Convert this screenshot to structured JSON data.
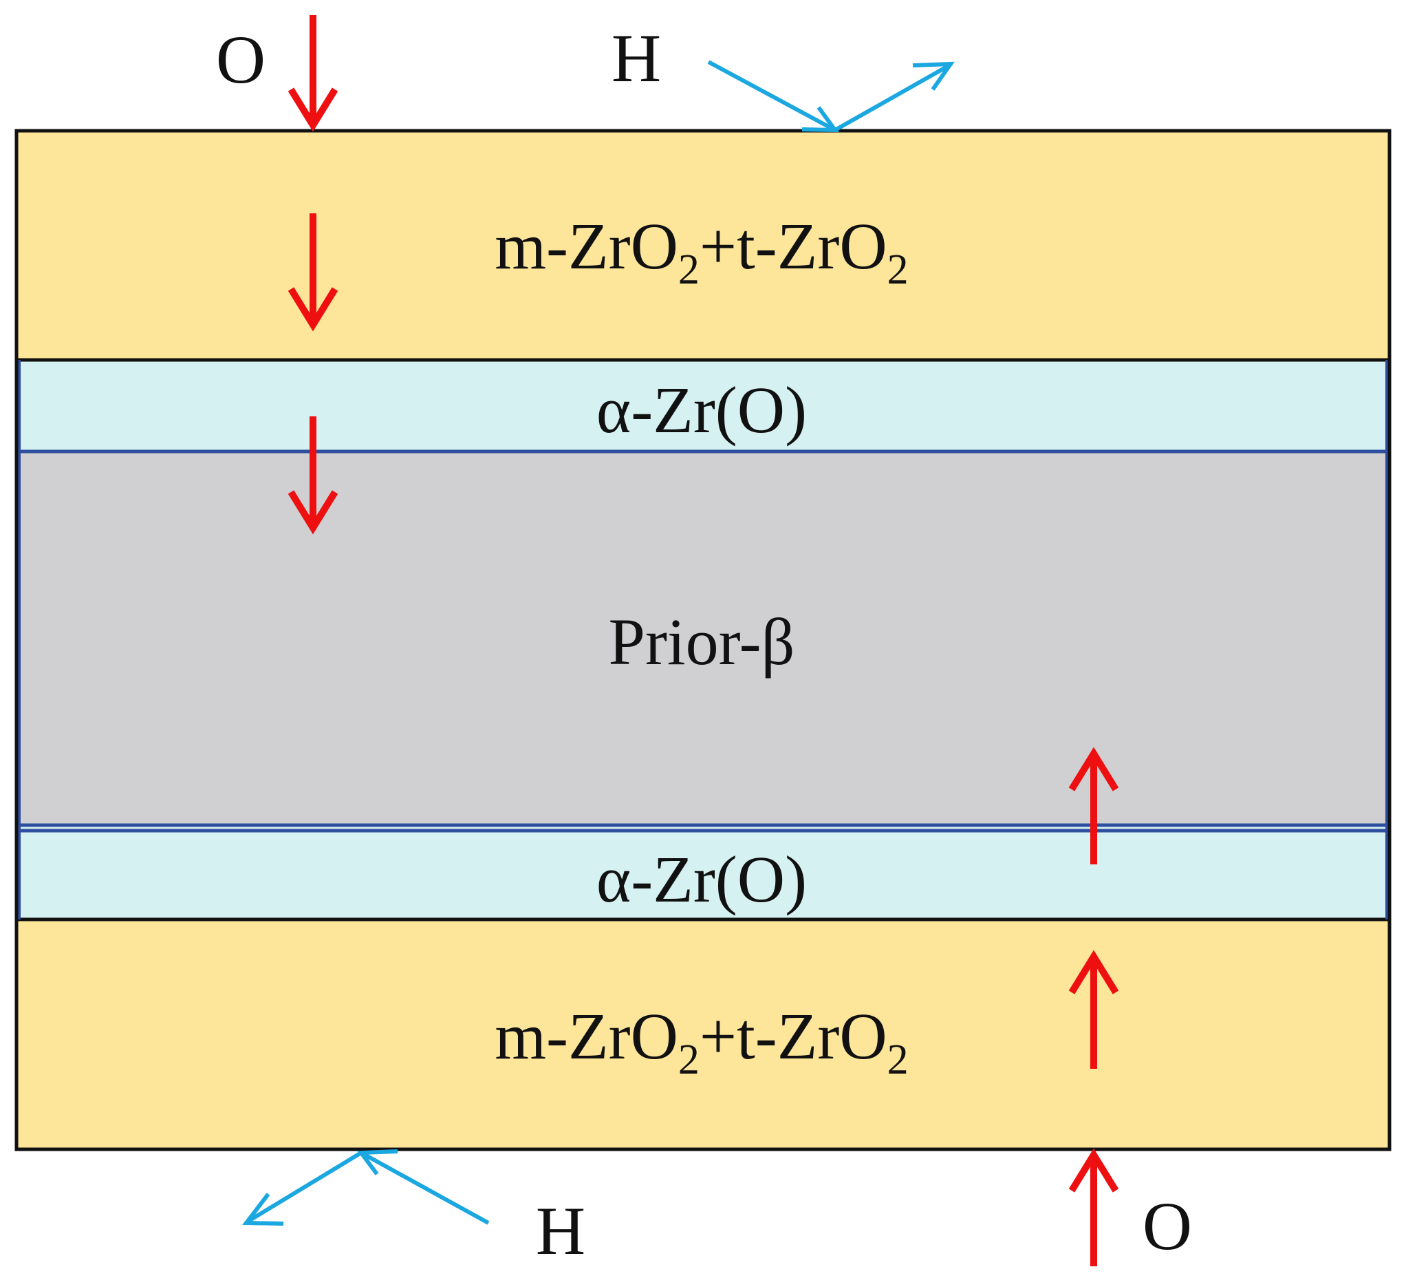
{
  "colors": {
    "oxide_layer": "#fde59a",
    "alpha_layer": "#d5f1f1",
    "prior_beta_layer": "#d0d0d2",
    "frame_outline": "#111111",
    "inner_boundary": "#2e4fa0",
    "oxygen_arrow": "#ee0f10",
    "hydrogen_arrow": "#1ba7e0",
    "text": "#111111"
  },
  "layers": {
    "top_oxide": {
      "label_parts": [
        "m-ZrO",
        "2",
        "+t-ZrO",
        "2"
      ]
    },
    "top_alpha": {
      "label": "α-Zr(O)"
    },
    "prior_beta": {
      "label": "Prior-β"
    },
    "bottom_alpha": {
      "label": "α-Zr(O)"
    },
    "bottom_oxide": {
      "label_parts": [
        "m-ZrO",
        "2",
        "+t-ZrO",
        "2"
      ]
    }
  },
  "species": {
    "top_oxygen": "O",
    "top_hydrogen": "H",
    "bottom_hydrogen": "H",
    "bottom_oxygen": "O"
  },
  "icons": {
    "oxygen_arrow": "red-arrow-icon",
    "hydrogen_arrow": "blue-reflected-arrow-icon"
  }
}
